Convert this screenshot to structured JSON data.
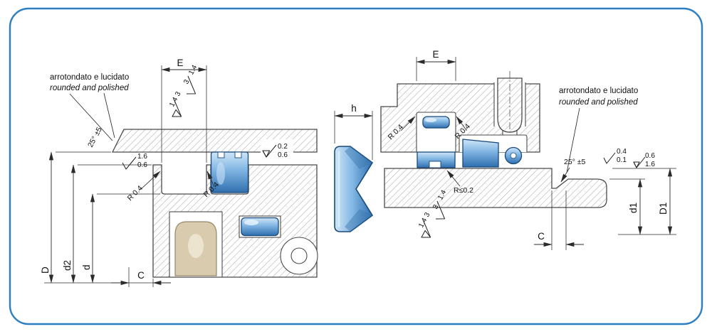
{
  "colors": {
    "frame_border": "#2e7fc2",
    "seal_blue": "#5b9bd5",
    "seal_blue_dark": "#17497e",
    "guide_ring_tan": "#d8cbae",
    "hatch_line": "#a3a3a3",
    "line": "#2b2b2b"
  },
  "left_view": {
    "note_line1": "arrotondato e lucidato",
    "note_line2": "rounded and polished",
    "angle_label": "25° ±5",
    "dim_E": "E",
    "dim_C": "C",
    "dim_D": "D",
    "dim_d2": "d2",
    "dim_d": "d",
    "radius_left": "R 0.4",
    "radius_right": "R 0.4",
    "fin_rot_a_top": "3",
    "fin_rot_a_bottom": "1.4",
    "fin_rot_b_top": "1.4",
    "fin_rot_b_bottom": "3",
    "fin_bore_top": "1.6",
    "fin_bore_bottom": "0.6",
    "fin_surface_top": "0.2",
    "fin_surface_bottom": "0.6"
  },
  "profile_view": {
    "dim_h": "h"
  },
  "right_view": {
    "note_line1": "arrotondato e lucidato",
    "note_line2": "rounded and polished",
    "angle_label": "25° ±5",
    "dim_E": "E",
    "dim_C": "C",
    "dim_d1": "d1",
    "dim_D1": "D1",
    "radius_left": "R 0.4",
    "radius_right": "R 0.4",
    "rod_radius_label": "R≤0.2",
    "fin_rot_a_top": "3",
    "fin_rot_a_bottom": "1.4",
    "fin_rot_b_top": "1.4",
    "fin_rot_b_bottom": "3",
    "fin_end_a_top": "0.4",
    "fin_end_a_bottom": "0.1",
    "fin_end_b_top": "0.6",
    "fin_end_b_bottom": "1.6"
  }
}
